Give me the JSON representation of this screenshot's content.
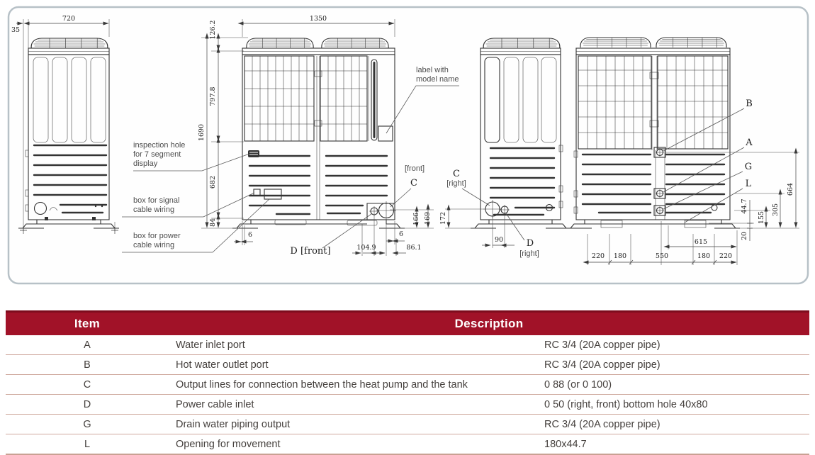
{
  "colors": {
    "accent": "#a11228",
    "row_line": "#cfa99e",
    "frame_border": "#b7c1c7",
    "drawing_line": "#333333"
  },
  "dims": {
    "v1_offset": "35",
    "v1_width": "720",
    "f_width": "1350",
    "f_fan": "126.2",
    "f_grille": "797.8",
    "f_total": "1690",
    "f_louver": "682",
    "f_base": "84",
    "f_6l": "6",
    "f_104": "104.9",
    "f_86": "86.1",
    "f_6r": "6",
    "f_166": "166",
    "f_169": "169",
    "r_172": "172",
    "r_90": "90",
    "b_664": "664",
    "b_305": "305",
    "b_155": "155",
    "b_447": "44.7",
    "b_20": "20",
    "b_615": "615",
    "b_220l": "220",
    "b_180l": "180",
    "b_550": "550",
    "b_180r": "180",
    "b_220r": "220"
  },
  "callouts": {
    "inspection": [
      "inspection hole",
      "for 7 segment",
      "display"
    ],
    "signal": [
      "box for signal",
      "cable wiring"
    ],
    "power": [
      "box for power",
      "cable wiring"
    ],
    "model": [
      "label with",
      "model name"
    ],
    "front_tag": "[front]",
    "front_c": "C",
    "d_front": "D [front]",
    "c_right": "C",
    "c_right_tag": "[right]",
    "d_right": "D",
    "d_right_tag": "[right]",
    "port_b": "B",
    "port_a": "A",
    "port_g": "G",
    "port_l": "L"
  },
  "table": {
    "header": {
      "item": "Item",
      "description": "Description"
    },
    "rows": [
      {
        "item": "A",
        "desc": "Water inlet port",
        "value": "RC 3/4 (20A copper pipe)"
      },
      {
        "item": "B",
        "desc": "Hot water outlet port",
        "value": "RC 3/4 (20A copper pipe)"
      },
      {
        "item": "C",
        "desc": "Output lines for connection between the heat pump and the tank",
        "value": "0 88 (or 0 100)"
      },
      {
        "item": "D",
        "desc": "Power cable inlet",
        "value": "0 50 (right, front) bottom hole 40x80"
      },
      {
        "item": "G",
        "desc": "Drain water piping output",
        "value": "RC 3/4 (20A copper pipe)"
      },
      {
        "item": "L",
        "desc": "Opening for movement",
        "value": "180x44.7"
      }
    ]
  }
}
